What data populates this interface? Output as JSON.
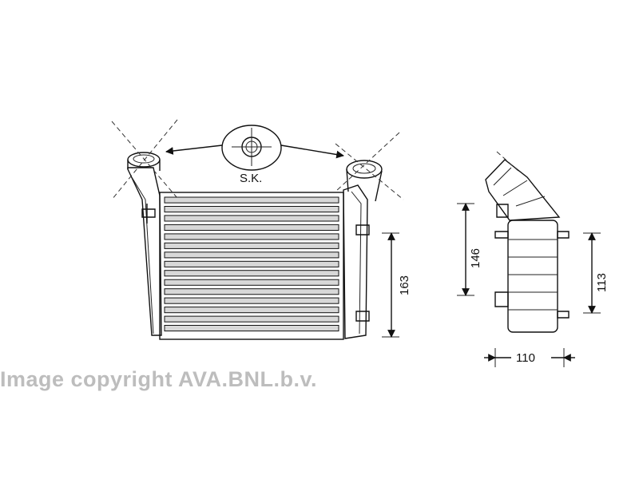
{
  "drawing": {
    "label_sk": "S.K.",
    "dim_height_core": "163",
    "dim_height_side": "146",
    "dim_height_tank": "113",
    "dim_width_side": "110"
  },
  "watermark": "Image copyright AVA.BNL.b.v."
}
